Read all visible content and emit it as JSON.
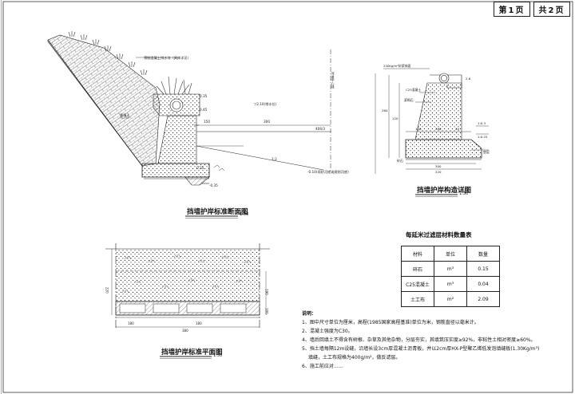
{
  "header": {
    "page_num": "第1页",
    "page_total": "共2页"
  },
  "section_view": {
    "caption": "挡墙护岸标准断面图",
    "scale": "1:50",
    "labels": {
      "pipe_note": "预制混凝土排水沟（具体详见）",
      "dim_top": "0.35",
      "dim_mid": "0.45",
      "dim_low": "0.35",
      "dim_150": "150",
      "dim_300": "300",
      "level_right": "406/3",
      "water_level": "▽2.10(常水位)",
      "slope": "1:2",
      "bottom_note": "-0.10(现状河底或规划河底)",
      "toe_level": "-0.35",
      "axis_label": "河道中心线",
      "backfill": "素填土"
    }
  },
  "detail_view": {
    "caption": "挡墙护岸构造详图",
    "scale": "1:50",
    "labels": {
      "top_note": "250kg/m²砂浆抹面",
      "top_dim": "2.6",
      "pipe": "C25混凝土",
      "stone": "浆砌石",
      "dim_260": "260",
      "dim_120": "120",
      "dim_100": "100",
      "dim_280": "280",
      "dim_20": "20",
      "dim_300": "300",
      "dim_220": "220",
      "slope1": "1:0.3",
      "slope2": "1:0.25",
      "base": "垫层",
      "toe": "砂石"
    }
  },
  "plan_view": {
    "caption": "挡墙护岸标准平面图",
    "scale": "1:50",
    "labels": {
      "dim_180a": "180",
      "dim_180b": "180",
      "dim_380": "380",
      "dim_220": "220",
      "dim_190": "190",
      "dim_100": "100"
    }
  },
  "material_table": {
    "title": "每延米过滤层材料数量表",
    "headers": [
      "材料",
      "单位",
      "数量"
    ],
    "rows": [
      [
        "碎石",
        "m³",
        "0.15"
      ],
      [
        "C25混凝土",
        "m³",
        "0.04"
      ],
      [
        "土工布",
        "m²",
        "2.09"
      ]
    ]
  },
  "notes": {
    "title": "说明：",
    "items": [
      "1、图中尺寸单位为厘米，高程(1985国家高程基准)单位为米，钢筋直径以毫米计。",
      "2、混凝土强度为C30。",
      "4、墙后回填土不得含有树根、杂草及其他杂物，分层夯实，其填筑压实度≥92%，非粘性土相对密度≥60%。",
      "5、挡土墙每隔12m设缝，沿墙长设3cm厚混凝土沥青板，并以2cm厚HX-P型聚乙烯低发泡填缝板(1.30Kg/m³)",
      "填缝，土工布规格为400g/m²，做反滤层。",
      "6、施工前应对……"
    ]
  }
}
